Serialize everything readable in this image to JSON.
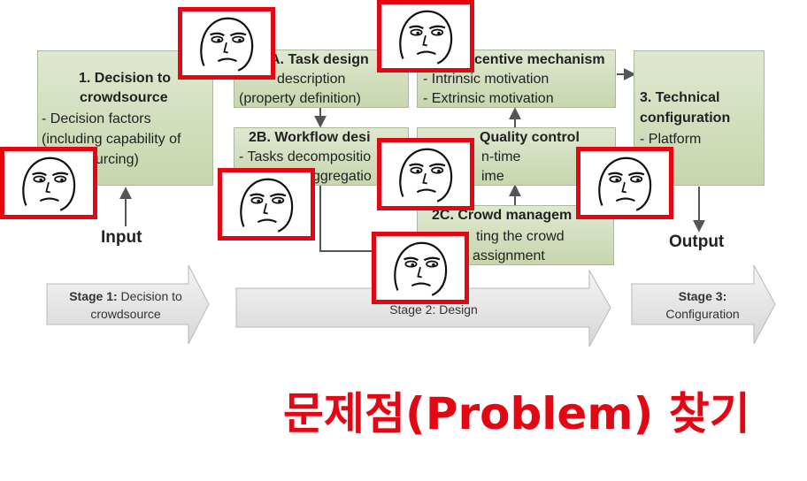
{
  "diagram": {
    "box1": {
      "title_line1": "1. Decision to",
      "title_line2": "crowdsource",
      "line1": "- Decision factors",
      "line2": "(including capability of",
      "line3": "ourcing)"
    },
    "box2a": {
      "title": "A. Task design",
      "line1": "description",
      "line2": "(property definition)"
    },
    "box2b": {
      "title": "2B. Workflow desi",
      "line1": "- Tasks decompositio",
      "line2": "ggregatio"
    },
    "box2c": {
      "title": "2C. Crowd managem",
      "line1": "ting the crowd",
      "line2": "assignment"
    },
    "box2d": {
      "title": "centive mechanism",
      "line1": "- Intrinsic motivation",
      "line2": "- Extrinsic motivation"
    },
    "box2e": {
      "title": "Quality control",
      "line1": "n-time",
      "line2": "ime"
    },
    "box3": {
      "title_line1": "3. Technical",
      "title_line2": "configuration",
      "line1": "- Platform"
    },
    "input_label": "Input",
    "output_label": "Output"
  },
  "stages": {
    "stage1": {
      "bold": "Stage 1:",
      "rest": " Decision to",
      "line2": "crowdsource"
    },
    "stage2": {
      "text": "Stage 2: Design"
    },
    "stage3": {
      "bold": "Stage 3:",
      "line2": "Configuration"
    }
  },
  "headline": "문제점(Problem) 찾기",
  "colors": {
    "box_fill": "#c6d6ad",
    "face_border": "#e30613",
    "headline": "#e30613"
  }
}
